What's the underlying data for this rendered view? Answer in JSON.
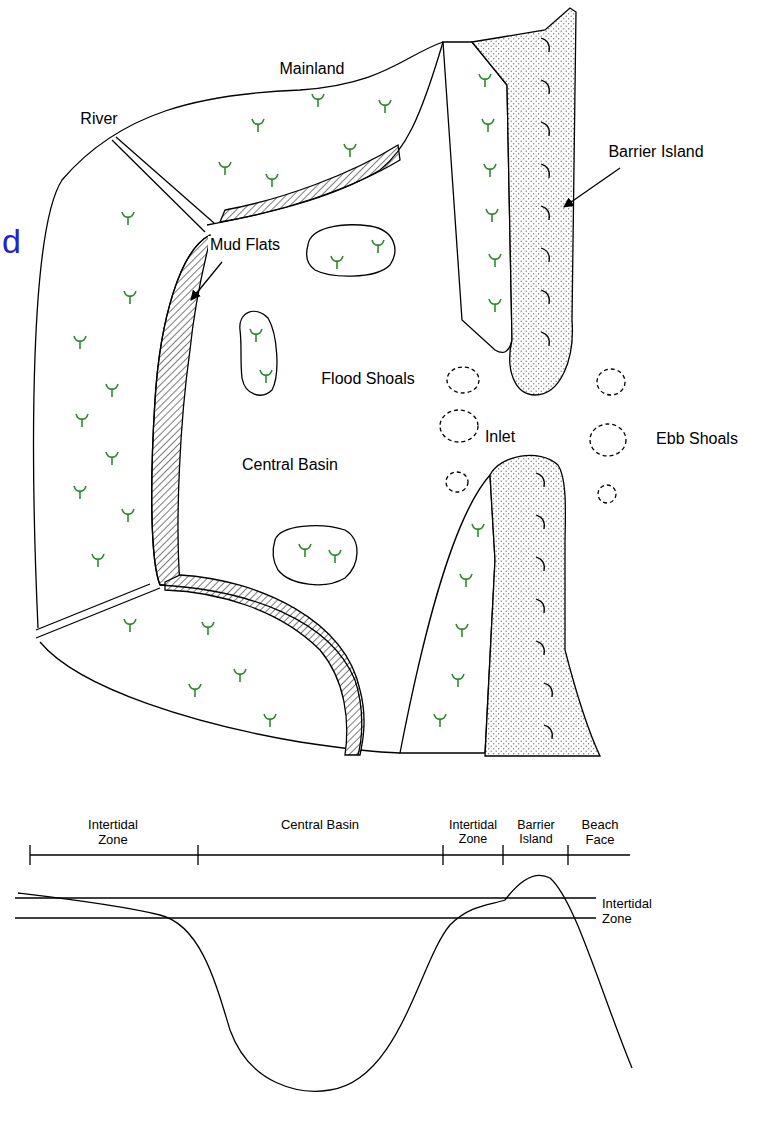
{
  "diagram": {
    "labels": [
      "d",
      "Mainland",
      "River",
      "Barrier Island",
      "Mud Flats",
      "Flood Shoals",
      "Inlet",
      "Ebb Shoals",
      "Central Basin",
      "Intertidal Zone",
      "Central Basin",
      "Intertidal Zone",
      "Barrier Island",
      "Beach Face",
      "Intertidal Zone"
    ]
  }
}
